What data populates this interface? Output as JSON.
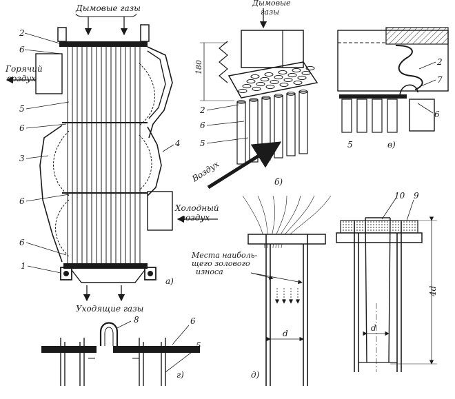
{
  "labels": {
    "flue_gas_top": "Дымовые газы",
    "flue_top_b_1": "Дымовые",
    "flue_top_b_2": "газы",
    "hot_air_1": "Горячий",
    "hot_air_2": "воздух",
    "cold_air_1": "Холодный",
    "cold_air_2": "воздух",
    "exit_gases": "Уходящие газы",
    "air": "Воздух",
    "wear_1": "Места наиболь-",
    "wear_2": "щего золового",
    "wear_3": "износа",
    "dim_180": "180",
    "dim_4d": "4d",
    "dim_d1": "d",
    "dim_d2": "d",
    "fig_a": "а)",
    "fig_b": "б)",
    "fig_v": "в)",
    "fig_g": "г)",
    "fig_d": "д)",
    "n_2a": "2",
    "n_6a": "6",
    "n_5a": "5",
    "n_6b": "6",
    "n_3": "3",
    "n_4": "4",
    "n_6c": "6",
    "n_6d": "6",
    "n_1": "1",
    "n_2b": "2",
    "n_6e": "6",
    "n_5b": "5",
    "n_2c": "2",
    "n_7": "7",
    "n_6f": "6",
    "n_5c": "5",
    "n_8": "8",
    "n_6g": "6",
    "n_5d": "5",
    "n_10": "10",
    "n_9": "9"
  }
}
